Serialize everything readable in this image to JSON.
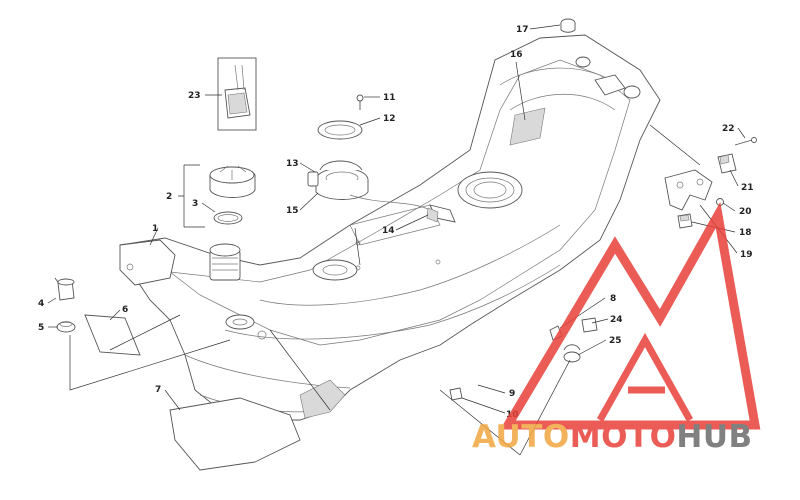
{
  "callouts": [
    {
      "id": "c1",
      "text": "1"
    },
    {
      "id": "c2",
      "text": "2"
    },
    {
      "id": "c3",
      "text": "3"
    },
    {
      "id": "c4",
      "text": "4"
    },
    {
      "id": "c5",
      "text": "5"
    },
    {
      "id": "c6",
      "text": "6"
    },
    {
      "id": "c7",
      "text": "7"
    },
    {
      "id": "c8",
      "text": "8"
    },
    {
      "id": "c9",
      "text": "9"
    },
    {
      "id": "c10",
      "text": "10"
    },
    {
      "id": "c11",
      "text": "11"
    },
    {
      "id": "c12",
      "text": "12"
    },
    {
      "id": "c13",
      "text": "13"
    },
    {
      "id": "c14",
      "text": "14"
    },
    {
      "id": "c15",
      "text": "15"
    },
    {
      "id": "c16",
      "text": "16"
    },
    {
      "id": "c17",
      "text": "17"
    },
    {
      "id": "c18",
      "text": "18"
    },
    {
      "id": "c19",
      "text": "19"
    },
    {
      "id": "c20",
      "text": "20"
    },
    {
      "id": "c21",
      "text": "21"
    },
    {
      "id": "c22",
      "text": "22"
    },
    {
      "id": "c23",
      "text": "23"
    },
    {
      "id": "c24",
      "text": "24"
    },
    {
      "id": "c25",
      "text": "25"
    }
  ],
  "watermark": {
    "part1": "AUTO",
    "part2": "MOTO",
    "part3": "HUB",
    "color_orange": "#f2a640",
    "color_red": "#e8403a",
    "color_gray": "#6b6b6b"
  }
}
